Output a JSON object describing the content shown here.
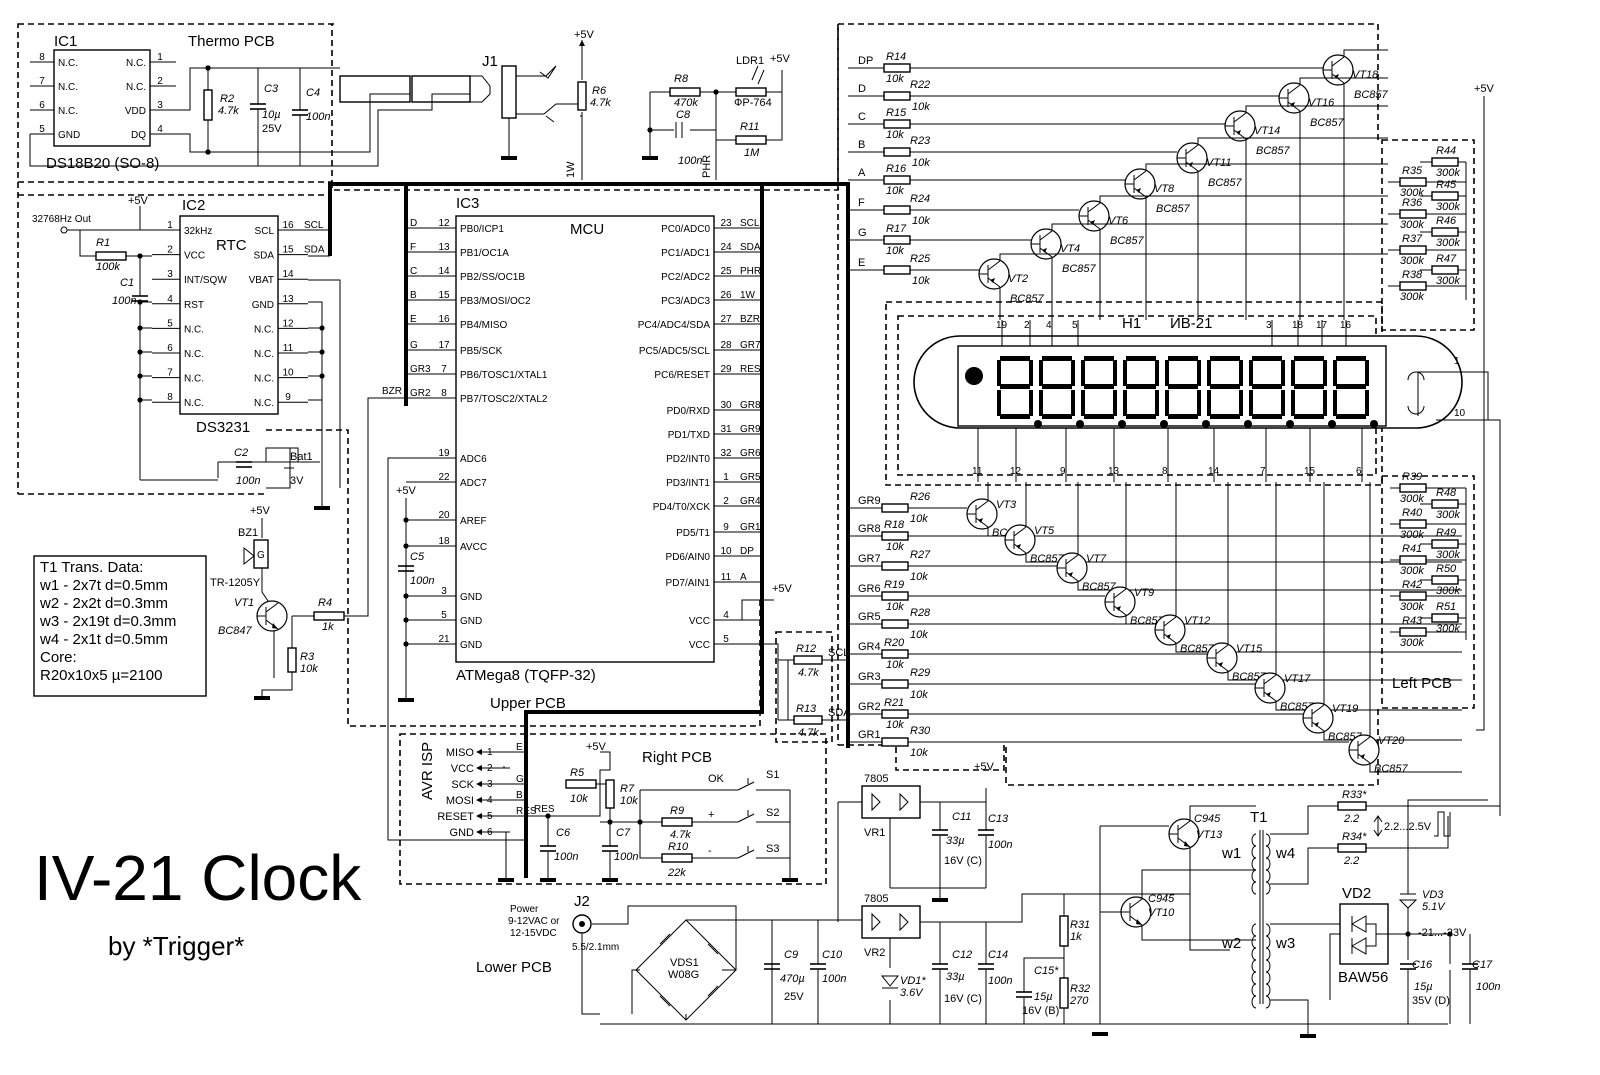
{
  "title": {
    "main": "IV-21 Clock",
    "author": "by *Trigger*"
  },
  "sections": {
    "thermo": "Thermo PCB",
    "upper": "Upper PCB",
    "right": "Right PCB",
    "left": "Left PCB",
    "lower": "Lower PCB"
  },
  "ic1": {
    "ref": "IC1",
    "part": "DS18B20 (SO-8)",
    "left_pins": [
      {
        "n": "8",
        "name": "N.C."
      },
      {
        "n": "7",
        "name": "N.C."
      },
      {
        "n": "6",
        "name": "N.C."
      },
      {
        "n": "5",
        "name": "GND"
      }
    ],
    "right_pins": [
      {
        "n": "1",
        "name": "N.C."
      },
      {
        "n": "2",
        "name": "N.C."
      },
      {
        "n": "3",
        "name": "VDD"
      },
      {
        "n": "4",
        "name": "DQ"
      }
    ]
  },
  "ic2": {
    "ref": "IC2",
    "func": "RTC",
    "part": "DS3231",
    "left_pins": [
      {
        "n": "1",
        "name": "32kHz"
      },
      {
        "n": "2",
        "name": "VCC"
      },
      {
        "n": "3",
        "name": "INT/SQW"
      },
      {
        "n": "4",
        "name": "RST"
      },
      {
        "n": "5",
        "name": "N.C."
      },
      {
        "n": "6",
        "name": "N.C."
      },
      {
        "n": "7",
        "name": "N.C."
      },
      {
        "n": "8",
        "name": "N.C."
      }
    ],
    "right_pins": [
      {
        "n": "16",
        "name": "SCL",
        "net": "SCL"
      },
      {
        "n": "15",
        "name": "SDA",
        "net": "SDA"
      },
      {
        "n": "14",
        "name": "VBAT",
        "net": ""
      },
      {
        "n": "13",
        "name": "GND",
        "net": ""
      },
      {
        "n": "12",
        "name": "N.C.",
        "net": ""
      },
      {
        "n": "11",
        "name": "N.C.",
        "net": ""
      },
      {
        "n": "10",
        "name": "N.C.",
        "net": ""
      },
      {
        "n": "9",
        "name": "N.C.",
        "net": ""
      }
    ],
    "out_label": "32768Hz Out"
  },
  "ic3": {
    "ref": "IC3",
    "func": "MCU",
    "part": "ATMega8 (TQFP-32)",
    "left_pins": [
      {
        "net": "D",
        "n": "12",
        "name": "PB0/ICP1"
      },
      {
        "net": "F",
        "n": "13",
        "name": "PB1/OC1A"
      },
      {
        "net": "C",
        "n": "14",
        "name": "PB2/SS/OC1B"
      },
      {
        "net": "B",
        "n": "15",
        "name": "PB3/MOSI/OC2"
      },
      {
        "net": "E",
        "n": "16",
        "name": "PB4/MISO"
      },
      {
        "net": "G",
        "n": "17",
        "name": "PB5/SCK"
      },
      {
        "net": "GR3",
        "n": "7",
        "name": "PB6/TOSC1/XTAL1"
      },
      {
        "net": "GR2",
        "n": "8",
        "name": "PB7/TOSC2/XTAL2"
      },
      {
        "net": "",
        "n": "19",
        "name": "ADC6"
      },
      {
        "net": "",
        "n": "22",
        "name": "ADC7"
      },
      {
        "net": "",
        "n": "20",
        "name": "AREF"
      },
      {
        "net": "",
        "n": "18",
        "name": "AVCC"
      },
      {
        "net": "",
        "n": "3",
        "name": "GND"
      },
      {
        "net": "",
        "n": "5",
        "name": "GND"
      },
      {
        "net": "",
        "n": "21",
        "name": "GND"
      }
    ],
    "right_pins": [
      {
        "n": "23",
        "name": "PC0/ADC0",
        "net": "SCL"
      },
      {
        "n": "24",
        "name": "PC1/ADC1",
        "net": "SDA"
      },
      {
        "n": "25",
        "name": "PC2/ADC2",
        "net": "PHR"
      },
      {
        "n": "26",
        "name": "PC3/ADC3",
        "net": "1W"
      },
      {
        "n": "27",
        "name": "PC4/ADC4/SDA",
        "net": "BZR"
      },
      {
        "n": "28",
        "name": "PC5/ADC5/SCL",
        "net": "GR7"
      },
      {
        "n": "29",
        "name": "PC6/RESET",
        "net": "RES"
      },
      {
        "n": "30",
        "name": "PD0/RXD",
        "net": "GR8"
      },
      {
        "n": "31",
        "name": "PD1/TXD",
        "net": "GR9"
      },
      {
        "n": "32",
        "name": "PD2/INT0",
        "net": "GR6"
      },
      {
        "n": "1",
        "name": "PD3/INT1",
        "net": "GR5"
      },
      {
        "n": "2",
        "name": "PD4/T0/XCK",
        "net": "GR4"
      },
      {
        "n": "9",
        "name": "PD5/T1",
        "net": "GR1"
      },
      {
        "n": "10",
        "name": "PD6/AIN0",
        "net": "DP"
      },
      {
        "n": "11",
        "name": "PD7/AIN1",
        "net": "A"
      },
      {
        "n": "4",
        "name": "VCC",
        "net": ""
      },
      {
        "n": "5",
        "name": "VCC",
        "net": ""
      }
    ],
    "bzr_net": "BZR"
  },
  "thermo_parts": {
    "r2": [
      "R2",
      "4.7k"
    ],
    "c3": [
      "C3",
      "10µ",
      "25V"
    ],
    "c4": [
      "C4",
      "100n"
    ],
    "j1": "J1",
    "r6": [
      "R6",
      "4.7k"
    ],
    "vcc": "+5V",
    "net_1w": "1W",
    "net_phr": "PHR",
    "r8": [
      "R8",
      "470k"
    ],
    "ldr": [
      "LDR1",
      "ФР-764"
    ],
    "c8": [
      "C8",
      "100n"
    ],
    "r11": [
      "R11",
      "1M"
    ],
    "vcc2": "+5V"
  },
  "rtc_parts": {
    "r1": [
      "R1",
      "100k"
    ],
    "c1": [
      "C1",
      "100n"
    ],
    "c2": [
      "C2",
      "100n"
    ],
    "bat": [
      "Bat1",
      "3V"
    ],
    "vcc": "+5V"
  },
  "buzzer": {
    "bz": [
      "BZ1",
      "TR-1205Y",
      "G"
    ],
    "vt1": [
      "VT1",
      "BC847"
    ],
    "r4": [
      "R4",
      "1k"
    ],
    "r3": [
      "R3",
      "10k"
    ],
    "vcc": "+5V"
  },
  "mcu_parts": {
    "c5": [
      "C5",
      "100n"
    ],
    "vcc": "+5V",
    "vcc2": "+5V"
  },
  "transformer_box": [
    "T1 Trans. Data:",
    "w1 - 2x7t d=0.5mm",
    "w2 - 2x2t d=0.3mm",
    "w3 - 2x19t d=0.3mm",
    "w4 - 2x1t d=0.5mm",
    "Core:",
    "R20x10x5 µ=2100"
  ],
  "isp": {
    "title": "AVR ISP",
    "pins": [
      {
        "name": "MISO",
        "n": "1",
        "net": "E"
      },
      {
        "name": "VCC",
        "n": "2",
        "net": ""
      },
      {
        "name": "SCK",
        "n": "3",
        "net": "G"
      },
      {
        "name": "MOSI",
        "n": "4",
        "net": "B"
      },
      {
        "name": "RESET",
        "n": "5",
        "net": "RES"
      },
      {
        "name": "GND",
        "n": "6",
        "net": ""
      }
    ],
    "r5": [
      "R5",
      "10k"
    ],
    "r7": [
      "R7",
      "10k"
    ],
    "c6": [
      "C6",
      "100n"
    ],
    "c7": [
      "C7",
      "100n"
    ],
    "r9": [
      "R9",
      "4.7k"
    ],
    "r10": [
      "R10",
      "22k"
    ],
    "vcc": "+5V",
    "res_net": "RES",
    "switches": [
      {
        "ref": "S1",
        "label": "OK"
      },
      {
        "ref": "S2",
        "label": "+"
      },
      {
        "ref": "S3",
        "label": "-"
      }
    ]
  },
  "i2c": {
    "r12": [
      "R12",
      "4.7k",
      "SCL"
    ],
    "r13": [
      "R13",
      "4.7k",
      "SDA"
    ]
  },
  "segments": [
    {
      "net": "DP",
      "r": "R14",
      "v": "10k"
    },
    {
      "net": "D",
      "r": "R22",
      "v": "10k"
    },
    {
      "net": "C",
      "r": "R15",
      "v": "10k"
    },
    {
      "net": "B",
      "r": "R23",
      "v": "10k"
    },
    {
      "net": "A",
      "r": "R16",
      "v": "10k"
    },
    {
      "net": "F",
      "r": "R24",
      "v": "10k"
    },
    {
      "net": "G",
      "r": "R17",
      "v": "10k"
    },
    {
      "net": "E",
      "r": "R25",
      "v": "10k"
    }
  ],
  "seg_transistors": [
    "VT18",
    "VT16",
    "VT14",
    "VT11",
    "VT8",
    "VT6",
    "VT4",
    "VT2"
  ],
  "transistor_type": "BC857",
  "grids": [
    {
      "net": "GR9",
      "r": "R26",
      "v": "10k"
    },
    {
      "net": "GR8",
      "r": "R18",
      "v": "10k"
    },
    {
      "net": "GR7",
      "r": "R27",
      "v": "10k"
    },
    {
      "net": "GR6",
      "r": "R19",
      "v": "10k"
    },
    {
      "net": "GR5",
      "r": "R28",
      "v": "10k"
    },
    {
      "net": "GR4",
      "r": "R20",
      "v": "10k"
    },
    {
      "net": "GR3",
      "r": "R29",
      "v": "10k"
    },
    {
      "net": "GR2",
      "r": "R21",
      "v": "10k"
    },
    {
      "net": "GR1",
      "r": "R30",
      "v": "10k"
    }
  ],
  "grid_transistors": [
    "VT3",
    "VT5",
    "VT7",
    "VT9",
    "VT12",
    "VT15",
    "VT17",
    "VT19",
    "VT20"
  ],
  "tube": {
    "ref": "H1",
    "part": "ИВ-21",
    "top_pins": [
      "19",
      "2",
      "4",
      "5",
      "3",
      "18",
      "17",
      "16"
    ],
    "bottom_pins": [
      "11",
      "12",
      "9",
      "13",
      "8",
      "14",
      "7",
      "15",
      "6"
    ],
    "side_pins": [
      "1",
      "10"
    ]
  },
  "left_pcb": {
    "top": [
      [
        "R35",
        "300k"
      ],
      [
        "R36",
        "300k"
      ],
      [
        "R37",
        "300k"
      ],
      [
        "R38",
        "300k"
      ]
    ],
    "top2": [
      [
        "R44",
        "300k"
      ],
      [
        "R45",
        "300k"
      ],
      [
        "R46",
        "300k"
      ],
      [
        "R47",
        "300k"
      ]
    ],
    "bottom": [
      [
        "R39",
        "300k"
      ],
      [
        "R40",
        "300k"
      ],
      [
        "R41",
        "300k"
      ],
      [
        "R42",
        "300k"
      ],
      [
        "R43",
        "300k"
      ]
    ],
    "bottom2": [
      [
        "R48",
        "300k"
      ],
      [
        "R49",
        "300k"
      ],
      [
        "R50",
        "300k"
      ],
      [
        "R51",
        "300k"
      ]
    ],
    "vcc": "+5V"
  },
  "power": {
    "j2": [
      "J2",
      "5.5/2.1mm"
    ],
    "input": [
      "Power",
      "9-12VAC or",
      "12-15VDC"
    ],
    "bridge": [
      "VDS1",
      "W08G"
    ],
    "c9": [
      "C9",
      "470µ",
      "25V"
    ],
    "c10": [
      "C10",
      "100n"
    ],
    "vr1": [
      "7805",
      "VR1"
    ],
    "vr2": [
      "7805",
      "VR2"
    ],
    "c11": [
      "C11",
      "33µ",
      "16V (C)"
    ],
    "c13": [
      "C13",
      "100n"
    ],
    "c12": [
      "C12",
      "33µ",
      "16V (C)"
    ],
    "c14": [
      "C14",
      "100n"
    ],
    "vd1": [
      "VD1*",
      "3.6V"
    ],
    "vcc": "+5V",
    "r31": [
      "R31",
      "1k"
    ],
    "r32": [
      "R32",
      "270"
    ],
    "c15": [
      "C15*",
      "15µ",
      "16V (B)"
    ],
    "vt10": [
      "VT10",
      "C945"
    ],
    "vt13": [
      "VT13",
      "C945"
    ],
    "t1": "T1",
    "windings": [
      "w1",
      "w2",
      "w3",
      "w4"
    ],
    "r33": [
      "R33*",
      "2.2"
    ],
    "r34": [
      "R34*",
      "2.2"
    ],
    "ac": "2.2...2.5V",
    "vd2": [
      "VD2",
      "BAW56"
    ],
    "vd3": [
      "VD3",
      "5.1V"
    ],
    "neg": "-21...-23V",
    "c16": [
      "C16",
      "15µ",
      "35V (D)"
    ],
    "c17": [
      "C17",
      "100n"
    ]
  }
}
